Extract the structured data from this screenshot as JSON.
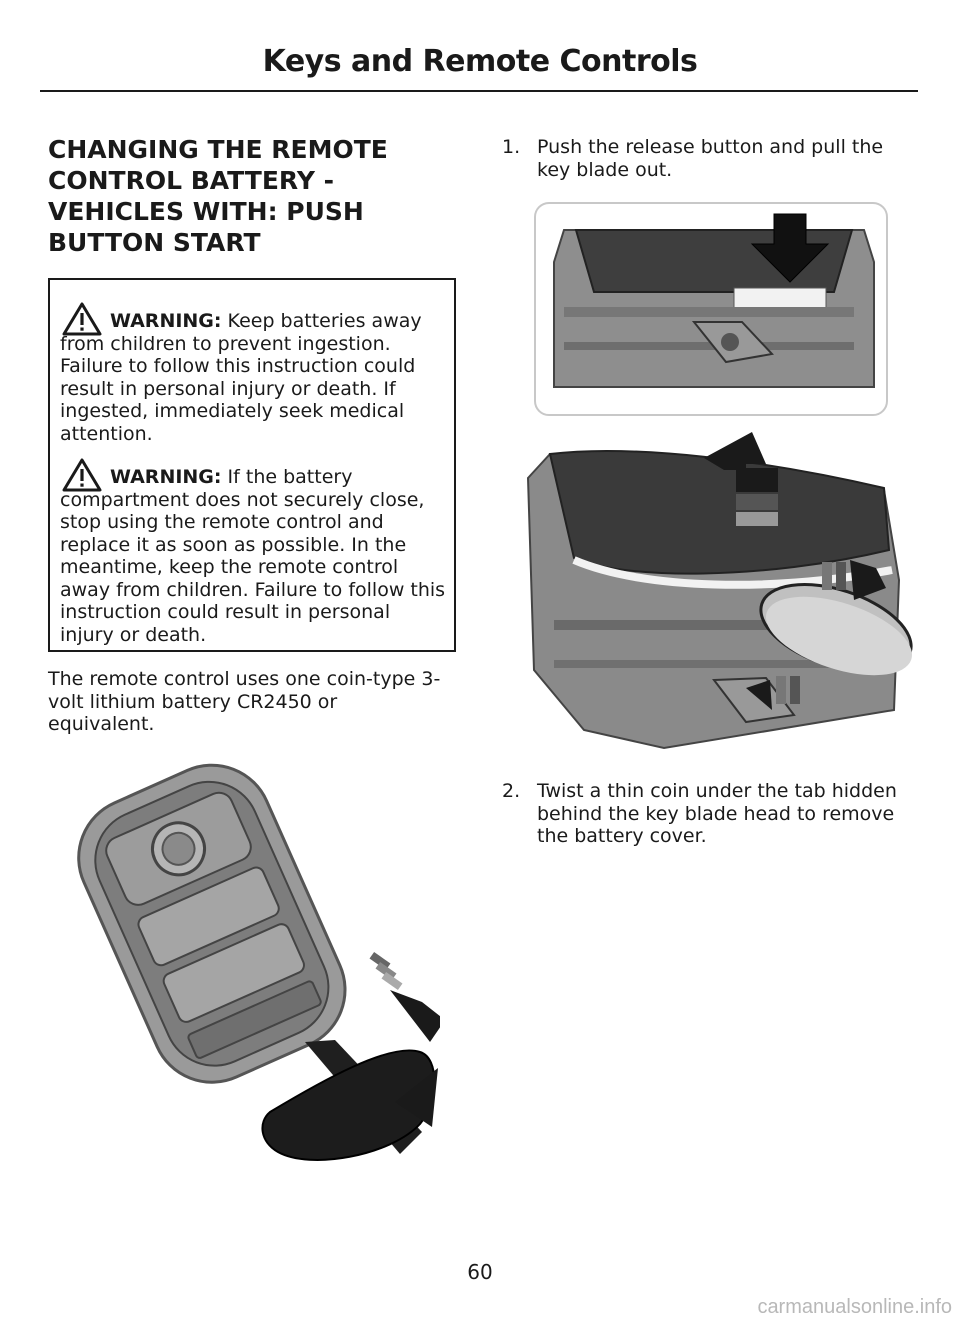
{
  "header": {
    "title": "Keys and Remote Controls"
  },
  "section": {
    "title": "CHANGING THE REMOTE CONTROL BATTERY - VEHICLES WITH: PUSH BUTTON START"
  },
  "warnings": [
    {
      "label": "WARNING:",
      "text": " Keep batteries away from children to prevent ingestion. Failure to follow this instruction could result in personal injury or death. If ingested, immediately seek medical attention."
    },
    {
      "label": "WARNING:",
      "text": " If the battery compartment does not securely close, stop using the remote control and replace it as soon as possible. In the meantime, keep the remote control away from children. Failure to follow this instruction could result in personal injury or death."
    }
  ],
  "body": {
    "text": "The remote control uses one coin-type 3-volt lithium battery CR2450 or equivalent."
  },
  "steps": [
    {
      "number": "1.",
      "text": "Push the release button and pull the key blade out."
    },
    {
      "number": "2.",
      "text": "Twist a thin coin under the tab hidden behind the key blade head to remove the battery cover."
    }
  ],
  "page": {
    "number": "60"
  },
  "footer": {
    "watermark": "carmanualsonline.info"
  }
}
